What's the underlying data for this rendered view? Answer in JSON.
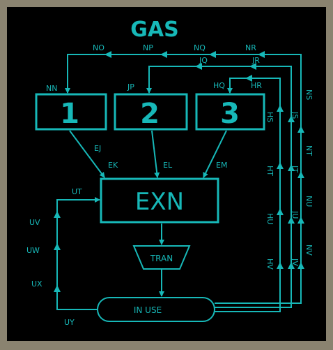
{
  "diagram": {
    "title": "GAS",
    "nodes": {
      "box1": "1",
      "box2": "2",
      "box3": "3",
      "exn": "EXN",
      "tran": "TRAN",
      "inuse": "IN USE"
    },
    "edge_labels": {
      "NO": "NO",
      "NP": "NP",
      "NQ": "NQ",
      "NR": "NR",
      "JQ": "JQ",
      "JR": "JR",
      "HQ": "HQ",
      "HR": "HR",
      "NN": "NN",
      "JP": "JP",
      "EJ": "EJ",
      "EK": "EK",
      "EL": "EL",
      "EM": "EM",
      "UT": "UT",
      "UV": "UV",
      "UW": "UW",
      "UX": "UX",
      "UY": "UY",
      "HS": "HS",
      "HT": "HT",
      "HU": "HU",
      "HV": "HV",
      "JS": "JS",
      "JT": "JT",
      "JU": "JU",
      "JV": "JV",
      "NS": "NS",
      "NT": "NT",
      "NU": "NU",
      "NV": "NV"
    },
    "colors": {
      "background": "#000000",
      "frame": "#8a8370",
      "ink": "#17b8b8"
    }
  }
}
